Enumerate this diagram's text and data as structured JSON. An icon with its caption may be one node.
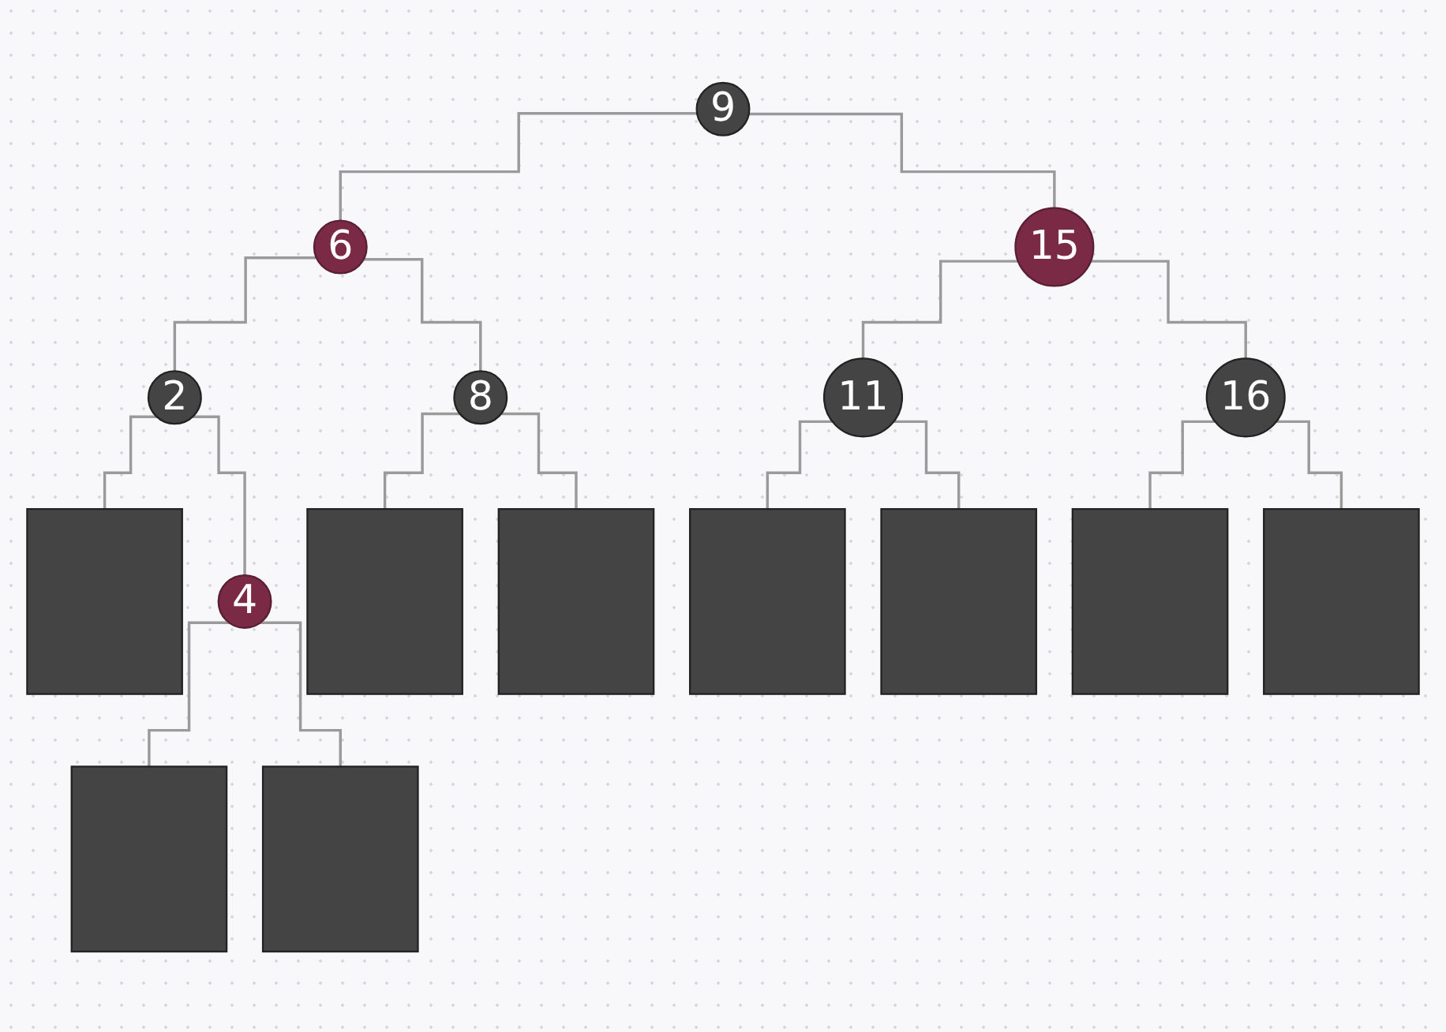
{
  "diagram": {
    "nodes": [
      {
        "text": [
          "9"
        ]
      },
      {
        "text": [
          "6"
        ]
      },
      {
        "text": [
          "15"
        ]
      },
      {
        "text": [
          "2"
        ]
      },
      {
        "text": [
          "8"
        ]
      },
      {
        "text": [
          "11"
        ]
      },
      {
        "text": [
          "16"
        ]
      },
      {
        "text": [],
        "shape": "box"
      },
      {
        "text": [
          "4"
        ]
      },
      {
        "text": [],
        "shape": "box"
      },
      {
        "text": [],
        "shape": "box"
      },
      {
        "text": [],
        "shape": "box"
      },
      {
        "text": [],
        "shape": "box"
      },
      {
        "text": [],
        "shape": "box"
      },
      {
        "text": [],
        "shape": "box"
      },
      {
        "text": [],
        "shape": "box"
      },
      {
        "text": [],
        "shape": "box"
      }
    ],
    "edges": [
      {
        "from": 0,
        "to": 1,
        "arrow": "none"
      },
      {
        "from": 0,
        "to": 2,
        "arrow": "none"
      },
      {
        "from": 1,
        "to": 3,
        "arrow": "none"
      },
      {
        "from": 1,
        "to": 4,
        "arrow": "none"
      },
      {
        "from": 2,
        "to": 5,
        "arrow": "none"
      },
      {
        "from": 2,
        "to": 6,
        "arrow": "none"
      },
      {
        "from": 3,
        "to": 7,
        "arrow": "none"
      },
      {
        "from": 3,
        "to": 8,
        "arrow": "none"
      },
      {
        "from": 4,
        "to": 9,
        "arrow": "none"
      },
      {
        "from": 4,
        "to": 10,
        "arrow": "none"
      },
      {
        "from": 5,
        "to": 11,
        "arrow": "none"
      },
      {
        "from": 5,
        "to": 12,
        "arrow": "none"
      },
      {
        "from": 6,
        "to": 13,
        "arrow": "none"
      },
      {
        "from": 6,
        "to": 14,
        "arrow": "none"
      },
      {
        "from": 8,
        "to": 15,
        "arrow": "none"
      },
      {
        "from": 8,
        "to": 16,
        "arrow": "none"
      }
    ]
  }
}
